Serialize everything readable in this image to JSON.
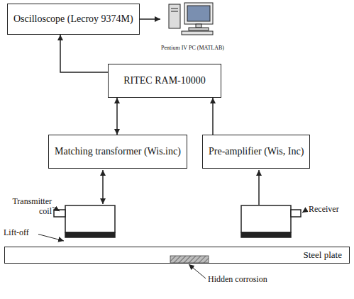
{
  "diagram": {
    "nodes": [
      {
        "text": [
          "Oscilloscope (Lecroy 9374M)"
        ]
      },
      {
        "text": [
          "Pentium IV PC (MATLAB)"
        ]
      },
      {
        "text": [
          "RITEC RAM-10000"
        ]
      },
      {
        "text": [
          "Matching transformer (Wis.inc)"
        ]
      },
      {
        "text": [
          "Pre-amplifier (Wis, Inc)"
        ]
      },
      {
        "text": [
          "Steel plate"
        ]
      }
    ],
    "edges": [
      {
        "from": 0,
        "to": 1,
        "arrow": "to"
      },
      {
        "from": 2,
        "to": 0,
        "arrow": "to"
      },
      {
        "from": 3,
        "to": 2,
        "arrow": "both"
      },
      {
        "from": 4,
        "to": 2,
        "arrow": "to"
      }
    ],
    "labels": [
      "Transmitter coil",
      "Lift-off",
      "Receiver",
      "Hidden corrosion"
    ]
  }
}
